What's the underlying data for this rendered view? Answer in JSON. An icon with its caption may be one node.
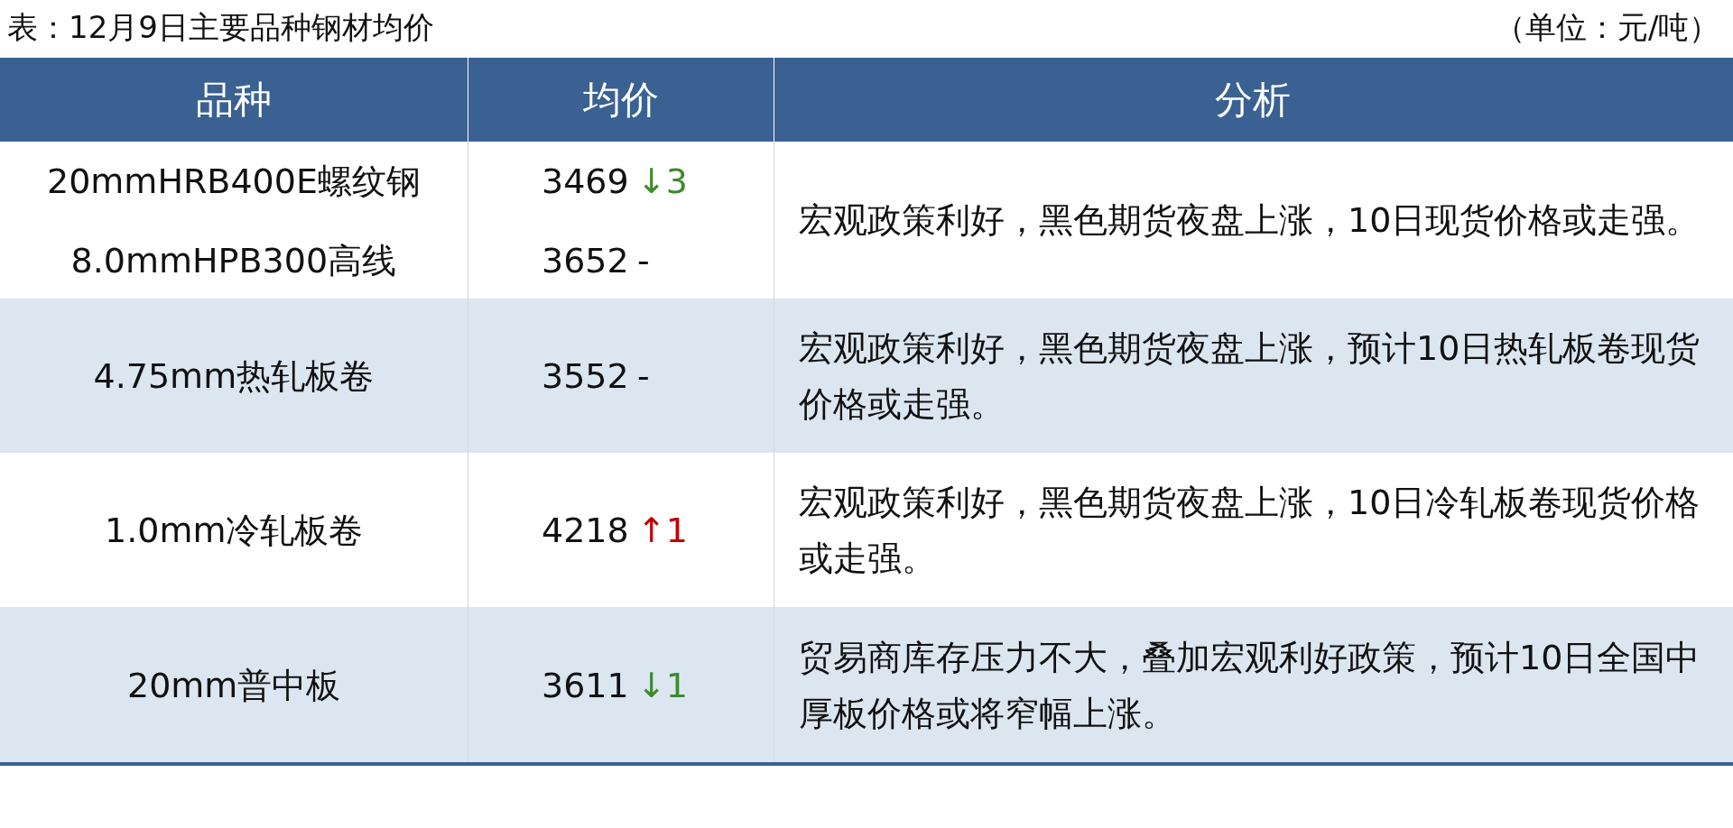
{
  "diagram": {
    "title": "表：12月9日主要品种钢材均价",
    "labels": [
      "（单位：元/吨）",
      "品种",
      "均价",
      "分析",
      "20mmHRB400E螺纹钢",
      "3469",
      "↓3",
      "宏观政策利好，黑色期货夜盘上涨，10日现货价格或走强。",
      "8.0mmHPB300高线",
      "3652",
      "-",
      "4.75mm热轧板卷",
      "3552",
      "-",
      "宏观政策利好，黑色期货夜盘上涨，预计10日热轧板卷现货价格或走强。",
      "1.0mm冷轧板卷",
      "4218",
      "↑1",
      "宏观政策利好，黑色期货夜盘上涨，10日冷轧板卷现货价格或走强。",
      "20mm普中板",
      "3611",
      "↓1",
      "贸易商库存压力不大，叠加宏观利好政策，预计10日全国中厚板价格或将窄幅上涨。"
    ]
  }
}
